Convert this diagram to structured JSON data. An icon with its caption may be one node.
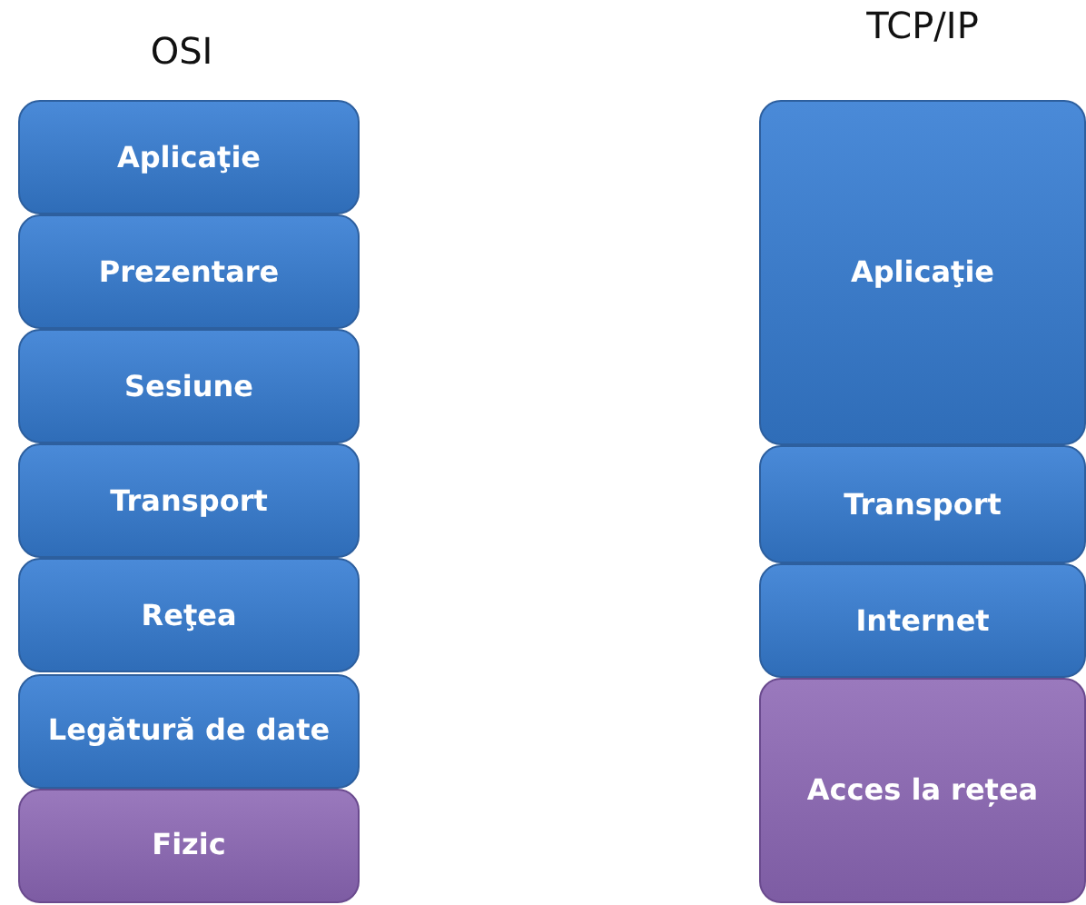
{
  "diagram": {
    "nodes": [
      {
        "text": [
          "Aplicaţie"
        ]
      },
      {
        "text": [
          "Prezentare"
        ]
      },
      {
        "text": [
          "Sesiune"
        ]
      },
      {
        "text": [
          "Transport"
        ]
      },
      {
        "text": [
          "Reţea"
        ]
      },
      {
        "text": [
          "Legătură de date"
        ]
      },
      {
        "text": [
          "Fizic"
        ]
      },
      {
        "text": [
          "Aplicaţie"
        ]
      },
      {
        "text": [
          "Transport"
        ]
      },
      {
        "text": [
          "Internet"
        ]
      },
      {
        "text": [
          "Acces la rețea"
        ]
      }
    ],
    "labels": [
      "OSI",
      "TCP/IP"
    ]
  }
}
